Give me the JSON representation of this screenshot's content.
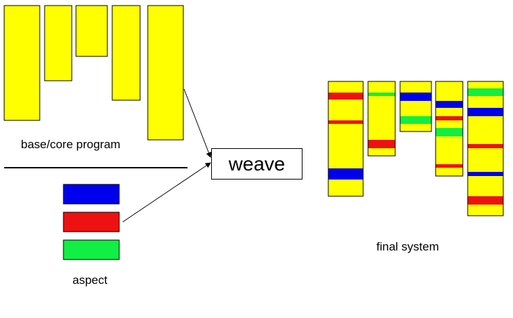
{
  "labels": {
    "base_program": "base/core program",
    "aspect": "aspect",
    "final_system": "final system",
    "weave": "weave"
  },
  "colors": {
    "core": "#ffff00",
    "outline": "#000000",
    "aspect_blue": "#0000ee",
    "aspect_red": "#ee1111",
    "aspect_green": "#11ee44"
  },
  "aspects": [
    "aspect_blue",
    "aspect_red",
    "aspect_green"
  ]
}
